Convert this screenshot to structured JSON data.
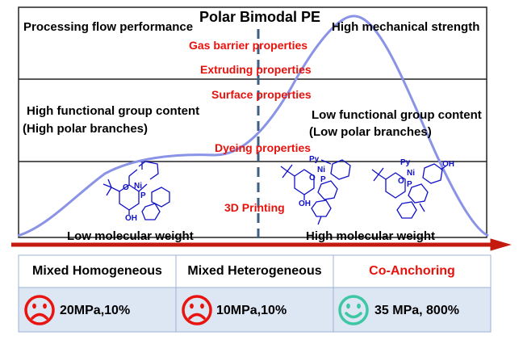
{
  "title": "Polar Bimodal PE",
  "properties": {
    "processing_flow": "Processing flow performance",
    "mechanical_strength": "High mechanical strength",
    "gas_barrier": "Gas barrier properties",
    "extruding": "Extruding properties",
    "surface": "Surface properties",
    "dyeing": "Dyeing properties",
    "printing": "3D Printing"
  },
  "bands": {
    "left_line1": "High functional group content",
    "left_line2": "(High polar branches)",
    "right_line1": "Low functional group content",
    "right_line2": "(Low polar branches)"
  },
  "axis": {
    "low_mw": "Low molecular weight",
    "high_mw": "High  molecular weight"
  },
  "catalyst_labels": {
    "ni": "Ni",
    "p": "P",
    "o": "O",
    "oh": "OH",
    "py": "Py"
  },
  "table": {
    "headers": [
      "Mixed Homogeneous",
      "Mixed Heterogeneous",
      "Co-Anchoring"
    ],
    "results": [
      "20MPa,10%",
      "10MPa,10%",
      "35 MPa, 800%"
    ],
    "outcomes": [
      "sad",
      "sad",
      "happy"
    ]
  },
  "colors": {
    "curve": "#8a93e6",
    "property_text": "#e8120c",
    "arrow": "#c41a10",
    "catalyst": "#1010c8",
    "table_header_bg": "#ffffff",
    "table_result_bg": "#dde6f3",
    "table_border": "#9db3d6",
    "sad_face": "#e8140f",
    "happy_face": "#3ec7a4"
  }
}
